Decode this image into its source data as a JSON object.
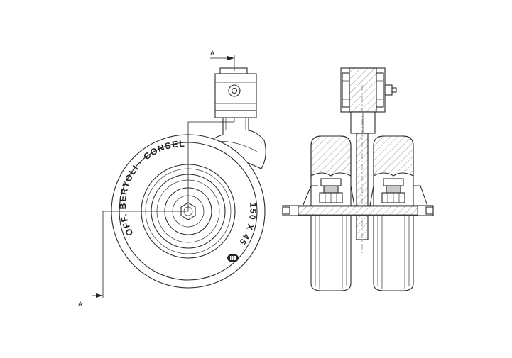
{
  "section_labels": {
    "top": "A",
    "bottom": "A"
  },
  "wheel_text": {
    "brand": "OFF. BERTOLI - CONSELVE",
    "size": "150 X 45"
  }
}
